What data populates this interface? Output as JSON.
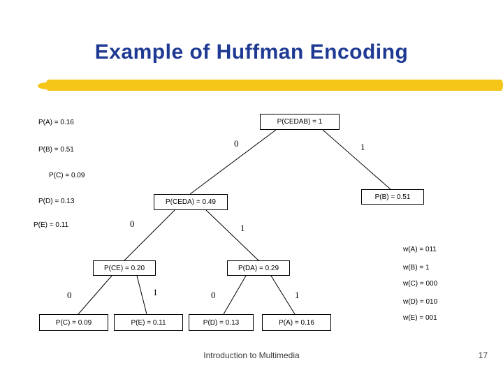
{
  "slide": {
    "title": "Example of Huffman Encoding",
    "footer": {
      "text": "Introduction to Multimedia",
      "page": "17"
    },
    "accent_color": "#1f3a93",
    "underline_color": "#f5c518"
  },
  "probabilities": [
    {
      "label": "P(A) = 0.16"
    },
    {
      "label": "P(B) = 0.51"
    },
    {
      "label": "P(C) = 0.09"
    },
    {
      "label": "P(D) = 0.13"
    },
    {
      "label": "P(E) = 0.11"
    }
  ],
  "tree": {
    "nodes": [
      {
        "id": "root",
        "label": "P(CEDAB) = 1"
      },
      {
        "id": "ceda",
        "label": "P(CEDA) = 0.49"
      },
      {
        "id": "b",
        "label": "P(B) = 0.51"
      },
      {
        "id": "ce",
        "label": "P(CE) = 0.20"
      },
      {
        "id": "da",
        "label": "P(DA) = 0.29"
      },
      {
        "id": "c",
        "label": "P(C) = 0.09"
      },
      {
        "id": "e",
        "label": "P(E) = 0.11"
      },
      {
        "id": "d",
        "label": "P(D) = 0.13"
      },
      {
        "id": "a",
        "label": "P(A) = 0.16"
      }
    ],
    "edge_labels": [
      {
        "id": "root-left",
        "label": "0"
      },
      {
        "id": "root-right",
        "label": "1"
      },
      {
        "id": "ceda-left",
        "label": "0"
      },
      {
        "id": "ceda-right",
        "label": "1"
      },
      {
        "id": "ce-left",
        "label": "0"
      },
      {
        "id": "ce-right",
        "label": "1"
      },
      {
        "id": "da-left",
        "label": "0"
      },
      {
        "id": "da-right",
        "label": "1"
      }
    ]
  },
  "codewords": [
    {
      "label": "w(A) = 011"
    },
    {
      "label": "w(B) = 1"
    },
    {
      "label": "w(C) = 000"
    },
    {
      "label": "w(D) = 010"
    },
    {
      "label": "w(E) = 001"
    }
  ]
}
